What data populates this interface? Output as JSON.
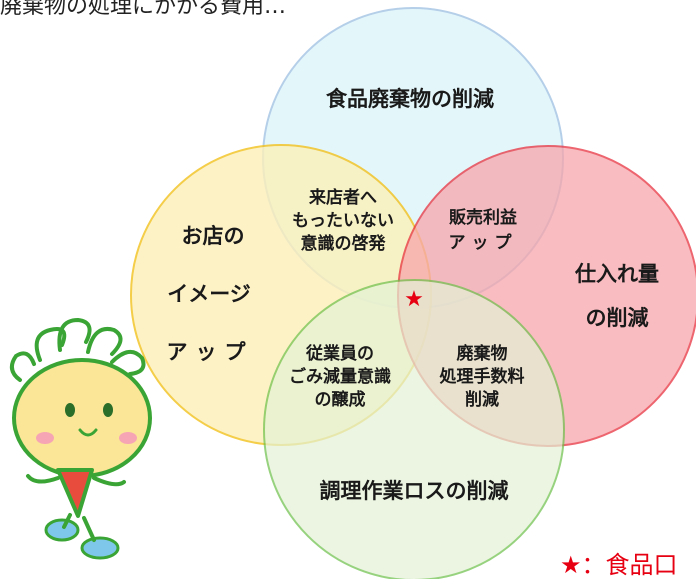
{
  "top_text": "廃棄物の処理にかかる費用…",
  "circles": {
    "top": {
      "label": "食品廃棄物の削減",
      "fill": "#dff6fb",
      "stroke": "#a9c7e6"
    },
    "left": {
      "lines": [
        "お店の",
        "イメージ",
        "アップ"
      ],
      "fill": "#fdf0b9",
      "stroke": "#f2c11c"
    },
    "right": {
      "lines": [
        "仕入れ量",
        "の削減"
      ],
      "fill": "#f7a6ac",
      "stroke": "#e8323f"
    },
    "bottom": {
      "label": "調理作業ロスの削減",
      "fill": "#e3f2d5",
      "stroke": "#6cc04a"
    }
  },
  "overlaps": {
    "top_left": [
      "来店者へ",
      "もったいない",
      "意識の啓発"
    ],
    "top_right": [
      "販売利益",
      "アップ"
    ],
    "left_bottom": [
      "従業員の",
      "ごみ減量意識",
      "の醸成"
    ],
    "right_bottom": [
      "廃棄物",
      "処理手数料",
      "削減"
    ]
  },
  "center_mark": "★",
  "footnote": {
    "star": "★",
    "text": "：食品口"
  },
  "colors": {
    "star": "#e60012",
    "text": "#1a1a1a"
  }
}
